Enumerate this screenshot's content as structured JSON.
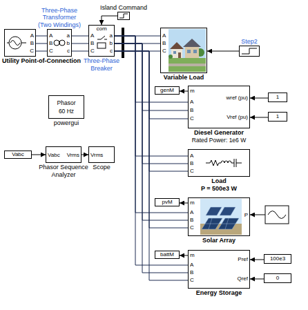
{
  "diagram": {
    "nodes": [
      {
        "text": [
          "Island Command"
        ]
      },
      {
        "text": [
          "A",
          "B",
          "C",
          "Utility Point-of-Connection"
        ]
      },
      {
        "text": [
          "A",
          "B",
          "C",
          "a",
          "b",
          "c",
          "Three-Phase Transformer (Two Windings)"
        ]
      },
      {
        "text": [
          "com",
          "A",
          "B",
          "C",
          "a",
          "b",
          "c",
          "Three-Phase Breaker"
        ]
      },
      {
        "text": [
          "A",
          "B",
          "C",
          "Variable Load"
        ]
      },
      {
        "text": [
          "Step2"
        ]
      },
      {
        "text": [
          "genM"
        ]
      },
      {
        "text": [
          "m",
          "A",
          "B",
          "C",
          "wref (pu)",
          "Vref (pu)",
          "Diesel Generator",
          "Rated Power: 1e6 W"
        ]
      },
      {
        "text": [
          "1"
        ]
      },
      {
        "text": [
          "1"
        ]
      },
      {
        "text": [
          "Phasor",
          "60 Hz",
          "powergui"
        ]
      },
      {
        "text": [
          "A",
          "B",
          "C",
          "Load",
          "P = 500e3 W"
        ]
      },
      {
        "text": [
          "Vabc"
        ]
      },
      {
        "text": [
          "Vabc",
          "Vrms",
          "Phasor Sequence Analyzer"
        ]
      },
      {
        "text": [
          "Vrms",
          "Scope"
        ]
      },
      {
        "text": [
          "pvM"
        ]
      },
      {
        "text": [
          "m",
          "A",
          "B",
          "C",
          "P",
          "Solar Array"
        ]
      },
      {
        "text": [
          "battM"
        ]
      },
      {
        "text": [
          "m",
          "A",
          "B",
          "C",
          "Pref",
          "Qref",
          "Energy Storage"
        ]
      },
      {
        "text": [
          "100e3"
        ]
      },
      {
        "text": [
          "0"
        ]
      }
    ],
    "edges": [
      {
        "from": 1,
        "to": 2,
        "arrow": "none"
      },
      {
        "from": 2,
        "to": 3,
        "arrow": "none"
      },
      {
        "from": 0,
        "to": 3,
        "arrow": "to"
      },
      {
        "from": 3,
        "to": 4,
        "arrow": "none"
      },
      {
        "from": 3,
        "to": 7,
        "arrow": "none"
      },
      {
        "from": 3,
        "to": 11,
        "arrow": "none"
      },
      {
        "from": 3,
        "to": 16,
        "arrow": "none"
      },
      {
        "from": 3,
        "to": 18,
        "arrow": "none"
      },
      {
        "from": 5,
        "to": 4,
        "arrow": "to"
      },
      {
        "from": 7,
        "to": 6,
        "arrow": "to"
      },
      {
        "from": 8,
        "to": 7,
        "arrow": "to"
      },
      {
        "from": 9,
        "to": 7,
        "arrow": "to"
      },
      {
        "from": 12,
        "to": 13,
        "arrow": "to"
      },
      {
        "from": 13,
        "to": 14,
        "arrow": "to"
      },
      {
        "from": 16,
        "to": 15,
        "arrow": "to"
      },
      {
        "from": 18,
        "to": 17,
        "arrow": "to"
      },
      {
        "from": 19,
        "to": 18,
        "arrow": "to"
      },
      {
        "from": 20,
        "to": 18,
        "arrow": "to"
      }
    ]
  }
}
